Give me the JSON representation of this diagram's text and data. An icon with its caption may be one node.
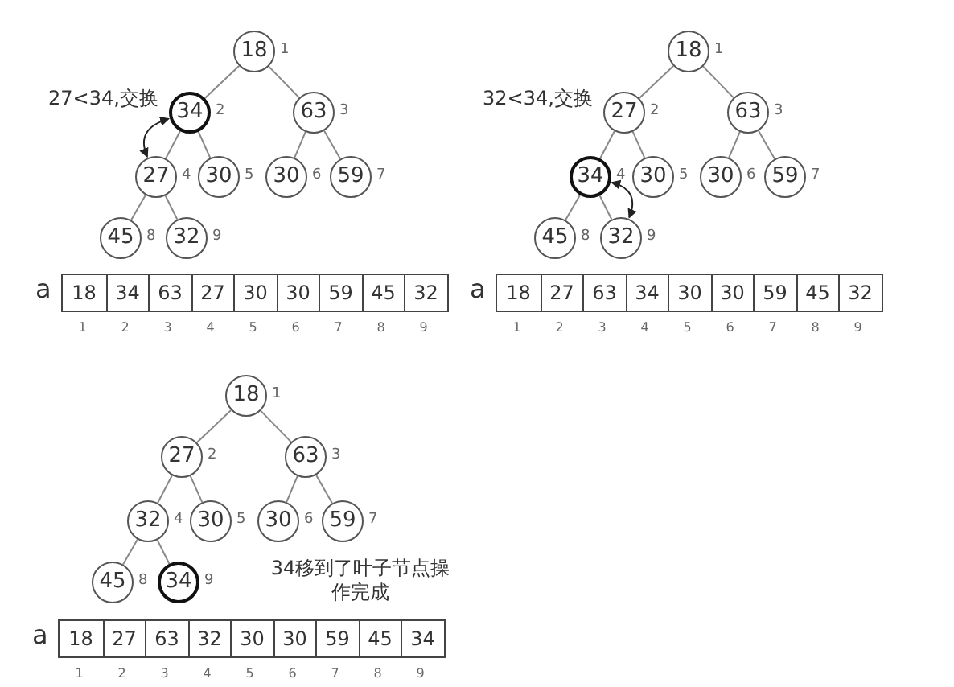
{
  "diagram": {
    "nodes": [
      {
        "text": [
          "18"
        ],
        "beside": [
          "1"
        ]
      },
      {
        "text": [
          "34"
        ],
        "beside": [
          "2"
        ]
      },
      {
        "text": [
          "63"
        ],
        "beside": [
          "3"
        ]
      },
      {
        "text": [
          "27"
        ],
        "beside": [
          "4"
        ]
      },
      {
        "text": [
          "30"
        ],
        "beside": [
          "5"
        ]
      },
      {
        "text": [
          "30"
        ],
        "beside": [
          "6"
        ]
      },
      {
        "text": [
          "59"
        ],
        "beside": [
          "7"
        ]
      },
      {
        "text": [
          "45"
        ],
        "beside": [
          "8"
        ]
      },
      {
        "text": [
          "32"
        ],
        "beside": [
          "9"
        ]
      },
      {
        "text": [
          "18"
        ],
        "beside": [
          "1"
        ]
      },
      {
        "text": [
          "27"
        ],
        "beside": [
          "2"
        ]
      },
      {
        "text": [
          "63"
        ],
        "beside": [
          "3"
        ]
      },
      {
        "text": [
          "34"
        ],
        "beside": [
          "4"
        ]
      },
      {
        "text": [
          "30"
        ],
        "beside": [
          "5"
        ]
      },
      {
        "text": [
          "30"
        ],
        "beside": [
          "6"
        ]
      },
      {
        "text": [
          "59"
        ],
        "beside": [
          "7"
        ]
      },
      {
        "text": [
          "45"
        ],
        "beside": [
          "8"
        ]
      },
      {
        "text": [
          "32"
        ],
        "beside": [
          "9"
        ]
      },
      {
        "text": [
          "18"
        ],
        "beside": [
          "1"
        ]
      },
      {
        "text": [
          "27"
        ],
        "beside": [
          "2"
        ]
      },
      {
        "text": [
          "63"
        ],
        "beside": [
          "3"
        ]
      },
      {
        "text": [
          "32"
        ],
        "beside": [
          "4"
        ]
      },
      {
        "text": [
          "30"
        ],
        "beside": [
          "5"
        ]
      },
      {
        "text": [
          "30"
        ],
        "beside": [
          "6"
        ]
      },
      {
        "text": [
          "59"
        ],
        "beside": [
          "7"
        ]
      },
      {
        "text": [
          "45"
        ],
        "beside": [
          "8"
        ]
      },
      {
        "text": [
          "34"
        ],
        "beside": [
          "9"
        ]
      }
    ],
    "edges": [
      {
        "from": 0,
        "to": 1,
        "arrow": "none"
      },
      {
        "from": 0,
        "to": 2,
        "arrow": "none"
      },
      {
        "from": 1,
        "to": 3,
        "arrow": "none"
      },
      {
        "from": 1,
        "to": 4,
        "arrow": "none"
      },
      {
        "from": 2,
        "to": 5,
        "arrow": "none"
      },
      {
        "from": 2,
        "to": 6,
        "arrow": "none"
      },
      {
        "from": 3,
        "to": 7,
        "arrow": "none"
      },
      {
        "from": 3,
        "to": 8,
        "arrow": "none"
      },
      {
        "from": 1,
        "to": 3,
        "arrow": "both",
        "color": "#222222"
      },
      {
        "from": 9,
        "to": 10,
        "arrow": "none"
      },
      {
        "from": 9,
        "to": 11,
        "arrow": "none"
      },
      {
        "from": 10,
        "to": 12,
        "arrow": "none"
      },
      {
        "from": 10,
        "to": 13,
        "arrow": "none"
      },
      {
        "from": 11,
        "to": 14,
        "arrow": "none"
      },
      {
        "from": 11,
        "to": 15,
        "arrow": "none"
      },
      {
        "from": 12,
        "to": 16,
        "arrow": "none"
      },
      {
        "from": 12,
        "to": 17,
        "arrow": "none"
      },
      {
        "from": 12,
        "to": 17,
        "arrow": "both",
        "color": "#222222"
      },
      {
        "from": 18,
        "to": 19,
        "arrow": "none"
      },
      {
        "from": 18,
        "to": 20,
        "arrow": "none"
      },
      {
        "from": 19,
        "to": 21,
        "arrow": "none"
      },
      {
        "from": 19,
        "to": 22,
        "arrow": "none"
      },
      {
        "from": 20,
        "to": 23,
        "arrow": "none"
      },
      {
        "from": 20,
        "to": 24,
        "arrow": "none"
      },
      {
        "from": 21,
        "to": 25,
        "arrow": "none"
      },
      {
        "from": 21,
        "to": 26,
        "arrow": "none"
      }
    ],
    "labels": [
      "27<34,交换",
      "a",
      "18",
      "34",
      "63",
      "27",
      "30",
      "30",
      "59",
      "45",
      "32",
      "1",
      "2",
      "3",
      "4",
      "5",
      "6",
      "7",
      "8",
      "9",
      "32<34,交换",
      "a",
      "18",
      "27",
      "63",
      "34",
      "30",
      "30",
      "59",
      "45",
      "32",
      "1",
      "2",
      "3",
      "4",
      "5",
      "6",
      "7",
      "8",
      "9",
      "34移到了叶子节点操作完成",
      "a",
      "18",
      "27",
      "63",
      "32",
      "30",
      "30",
      "59",
      "45",
      "34",
      "1",
      "2",
      "3",
      "4",
      "5",
      "6",
      "7",
      "8",
      "9"
    ]
  }
}
